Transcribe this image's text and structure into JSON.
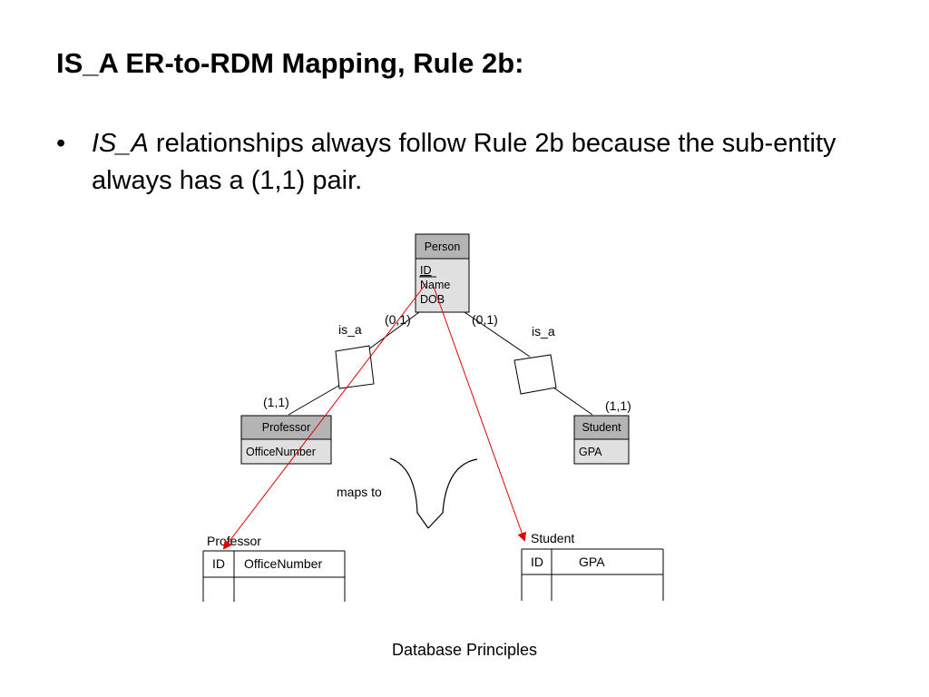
{
  "title": "IS_A ER-to-RDM Mapping, Rule 2b:",
  "bullet": {
    "symbol": "•",
    "emphasis": "IS_A",
    "text": " relationships always follow Rule 2b because the sub-entity always has a (1,1) pair."
  },
  "er": {
    "person": {
      "name": "Person",
      "attributes": [
        "ID",
        "Name",
        "DOB"
      ]
    },
    "professor": {
      "name": "Professor",
      "attributes": [
        "OfficeNumber"
      ]
    },
    "student": {
      "name": "Student",
      "attributes": [
        "GPA"
      ]
    },
    "left_relationship": {
      "label": "is_a",
      "parent_cardinality": "(0,1)",
      "child_cardinality": "(1,1)"
    },
    "right_relationship": {
      "label": "is_a",
      "parent_cardinality": "(0,1)",
      "child_cardinality": "(1,1)"
    }
  },
  "maps_to": "maps to",
  "tables": {
    "professor": {
      "name": "Professor",
      "columns": [
        "ID",
        "OfficeNumber"
      ]
    },
    "student": {
      "name": "Student",
      "columns": [
        "ID",
        "GPA"
      ]
    }
  },
  "footer": "Database Principles",
  "colors": {
    "entity_header": "#b4b4b4",
    "entity_body": "#e0e0e0",
    "arrow": "#e00000",
    "line": "#000000"
  }
}
